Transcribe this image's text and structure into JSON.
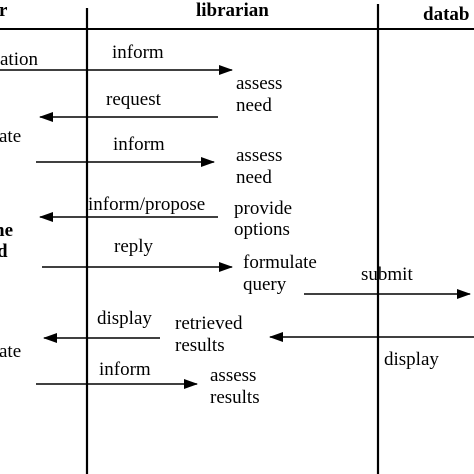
{
  "columns": {
    "left_header": "r",
    "middle_header": "librarian",
    "right_header": "datab"
  },
  "left_fragments": {
    "f1": "ation",
    "f2": "ate",
    "f3": "he",
    "f4": "d",
    "f5": "ate"
  },
  "messages": {
    "m1": "inform",
    "m2": "request",
    "m3": "inform",
    "m4": "inform/propose",
    "m5": "reply",
    "m6": "submit",
    "m7": "display",
    "m8": "display",
    "m9": "inform"
  },
  "activities": {
    "a1_line1": "assess",
    "a1_line2": "need",
    "a2_line1": "assess",
    "a2_line2": "need",
    "a3_line1": "provide",
    "a3_line2": "options",
    "a4_line1": "formulate",
    "a4_line2": "query",
    "a5_line1": "retrieved",
    "a5_line2": "results",
    "a6_line1": "assess",
    "a6_line2": "results"
  }
}
